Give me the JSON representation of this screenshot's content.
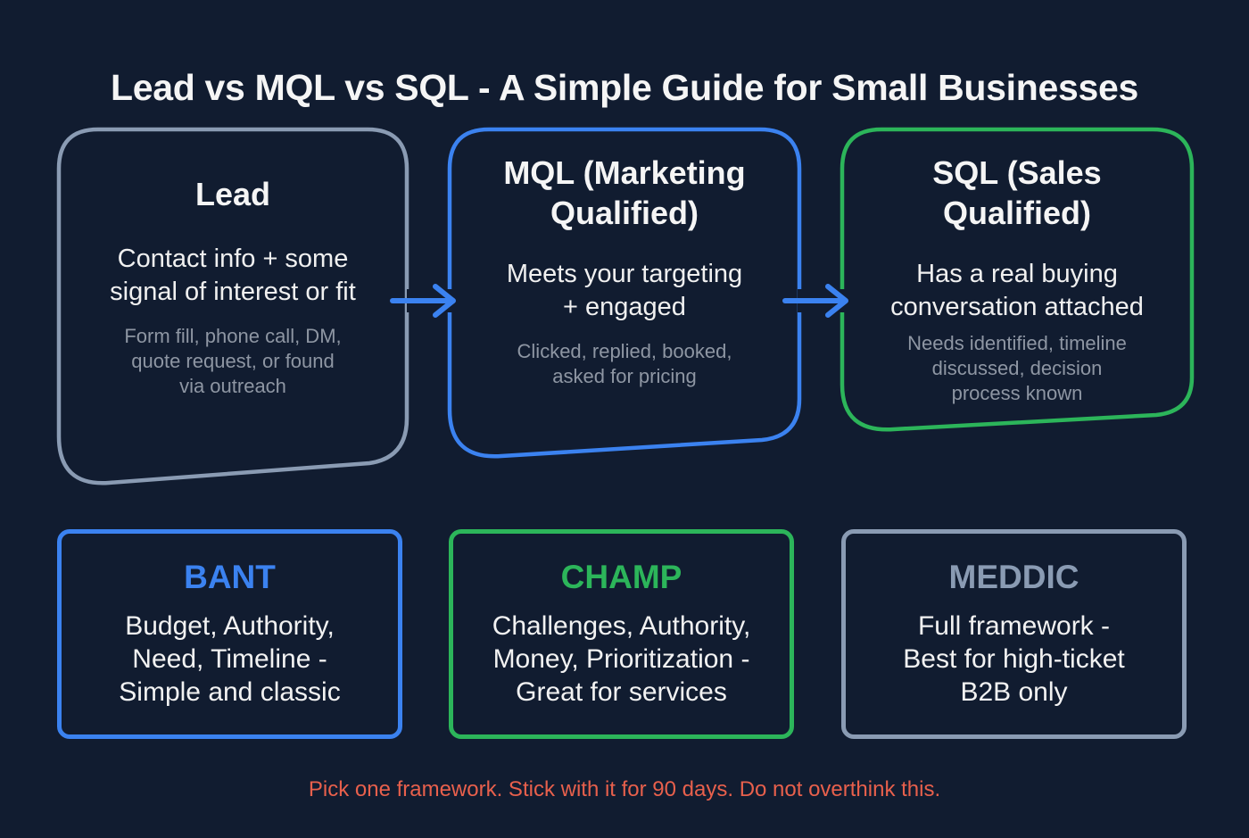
{
  "title": "Lead vs MQL vs SQL - A Simple Guide for Small Businesses",
  "colors": {
    "background": "#111c30",
    "lead": "#8a9bb3",
    "mql": "#3b82f0",
    "sql": "#2cb55a",
    "bant": "#3b82f0",
    "champ": "#2cb55a",
    "meddic": "#8a9bb3",
    "footer": "#e8604c",
    "arrow": "#3b82f0"
  },
  "stages": [
    {
      "id": "lead",
      "title": "Lead",
      "description": "Contact info + some\nsignal of interest or fit",
      "examples": "Form fill, phone call, DM,\nquote request, or found\nvia outreach"
    },
    {
      "id": "mql",
      "title": "MQL (Marketing\nQualified)",
      "description": "Meets your targeting\n+ engaged",
      "examples": "Clicked, replied, booked,\nasked for pricing"
    },
    {
      "id": "sql",
      "title": "SQL (Sales\nQualified)",
      "description": "Has a real buying\nconversation attached",
      "examples": "Needs identified, timeline\ndiscussed, decision\nprocess known"
    }
  ],
  "arrows": [
    {
      "from": "lead",
      "to": "mql",
      "icon": "arrow-right-icon"
    },
    {
      "from": "mql",
      "to": "sql",
      "icon": "arrow-right-icon"
    }
  ],
  "frameworks": [
    {
      "id": "bant",
      "name": "BANT",
      "description": "Budget, Authority,\nNeed, Timeline -\nSimple and classic"
    },
    {
      "id": "champ",
      "name": "CHAMP",
      "description": "Challenges, Authority,\nMoney, Prioritization -\nGreat for services"
    },
    {
      "id": "meddic",
      "name": "MEDDIC",
      "description": "Full framework -\nBest for high-ticket\nB2B only"
    }
  ],
  "footer": "Pick one framework. Stick with it for 90 days. Do not overthink this."
}
